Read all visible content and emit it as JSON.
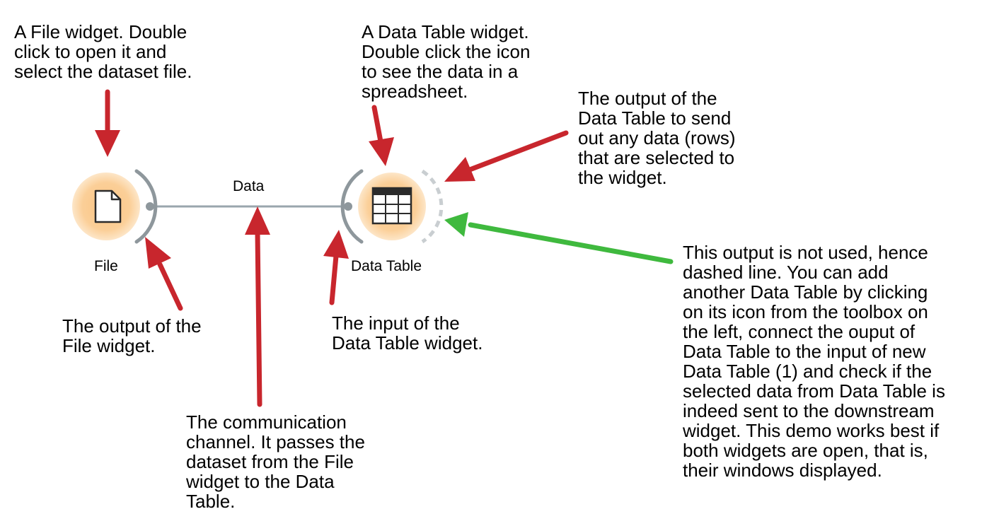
{
  "widgets": {
    "file": {
      "label": "File",
      "icon": "document-icon"
    },
    "data_table": {
      "label": "Data Table",
      "icon": "table-icon"
    }
  },
  "link": {
    "label": "Data"
  },
  "annotations": {
    "file_widget": [
      "A File widget. Double",
      "click to open it and",
      "select the dataset file."
    ],
    "data_table_widget": [
      "A Data Table widget.",
      "Double click the icon",
      "to see the data in a",
      "spreadsheet."
    ],
    "data_table_output": [
      "The output of the",
      "Data Table to send",
      "out any data (rows)",
      "that are selected to",
      "the widget."
    ],
    "file_output": [
      "The output of the",
      "File widget."
    ],
    "data_table_input": [
      "The input of the",
      "Data Table widget."
    ],
    "channel": [
      "The communication",
      "channel. It passes the",
      "dataset from the File",
      "widget to the Data",
      "Table."
    ],
    "unused_output": [
      "This output is not used, hence",
      "dashed line. You can add",
      "another Data Table by clicking",
      "on its icon from the toolbox on",
      "the left, connect the ouput of",
      "Data Table to the input of new",
      "Data Table (1) and check if the",
      "selected data from Data Table is",
      "indeed sent to the downstream",
      "widget. This demo works best if",
      "both widgets are open, that is,",
      "their windows displayed."
    ]
  },
  "colors": {
    "arrow_red": "#c8262d",
    "arrow_green": "#3fb93e",
    "channel_line": "#9aa6ad",
    "widget_fill": "#fbc98a",
    "widget_glow": "#fde3c2",
    "port_arc": "#8e979c",
    "unused_arc": "#c9ced1"
  }
}
